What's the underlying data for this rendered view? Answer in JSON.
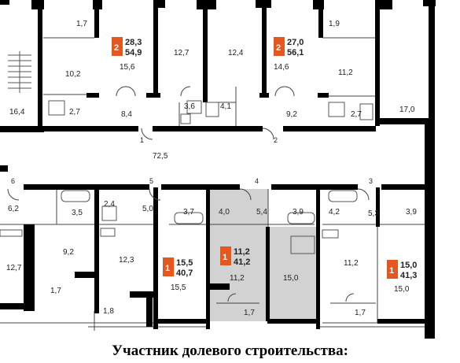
{
  "caption": "Участник долевого строительства:",
  "colors": {
    "wall": "#000000",
    "highlight": "#d2d2d2",
    "badge": "#e4571e",
    "thin": "#444444"
  },
  "door_markers": [
    "1",
    "2",
    "3",
    "4",
    "5",
    "6"
  ],
  "rooms": [
    {
      "label": "16,4"
    },
    {
      "label": "10,2"
    },
    {
      "label": "1,7"
    },
    {
      "label": "2,7"
    },
    {
      "label": "8,4"
    },
    {
      "label": "15,6"
    },
    {
      "label": "12,7"
    },
    {
      "label": "3,6"
    },
    {
      "label": "4,1"
    },
    {
      "label": "12,4"
    },
    {
      "label": "14,6"
    },
    {
      "label": "9,2"
    },
    {
      "label": "1,9"
    },
    {
      "label": "11,2"
    },
    {
      "label": "2,7"
    },
    {
      "label": "17,0"
    },
    {
      "label": "72,5"
    },
    {
      "label": "6,2"
    },
    {
      "label": "3,5"
    },
    {
      "label": "12,7"
    },
    {
      "label": "9,2"
    },
    {
      "label": "1,7"
    },
    {
      "label": "2,4"
    },
    {
      "label": "5,0"
    },
    {
      "label": "12,3"
    },
    {
      "label": "1,8"
    },
    {
      "label": "3,7"
    },
    {
      "label": "15,5"
    },
    {
      "label": "4,0"
    },
    {
      "label": "5,4"
    },
    {
      "label": "11,2"
    },
    {
      "label": "1,7"
    },
    {
      "label": "3,9"
    },
    {
      "label": "15,0"
    },
    {
      "label": "4,2"
    },
    {
      "label": "11,2"
    },
    {
      "label": "1,7"
    },
    {
      "label": "5,3"
    },
    {
      "label": "3,9"
    },
    {
      "label": "15,0"
    }
  ],
  "apartments": [
    {
      "rooms": "2",
      "living": "28,3",
      "total": "54,9"
    },
    {
      "rooms": "2",
      "living": "27,0",
      "total": "56,1"
    },
    {
      "rooms": "1",
      "living": "15,5",
      "total": "40,7"
    },
    {
      "rooms": "1",
      "living": "11,2",
      "total": "41,2"
    },
    {
      "rooms": "1",
      "living": "15,0",
      "total": "41,3"
    }
  ]
}
